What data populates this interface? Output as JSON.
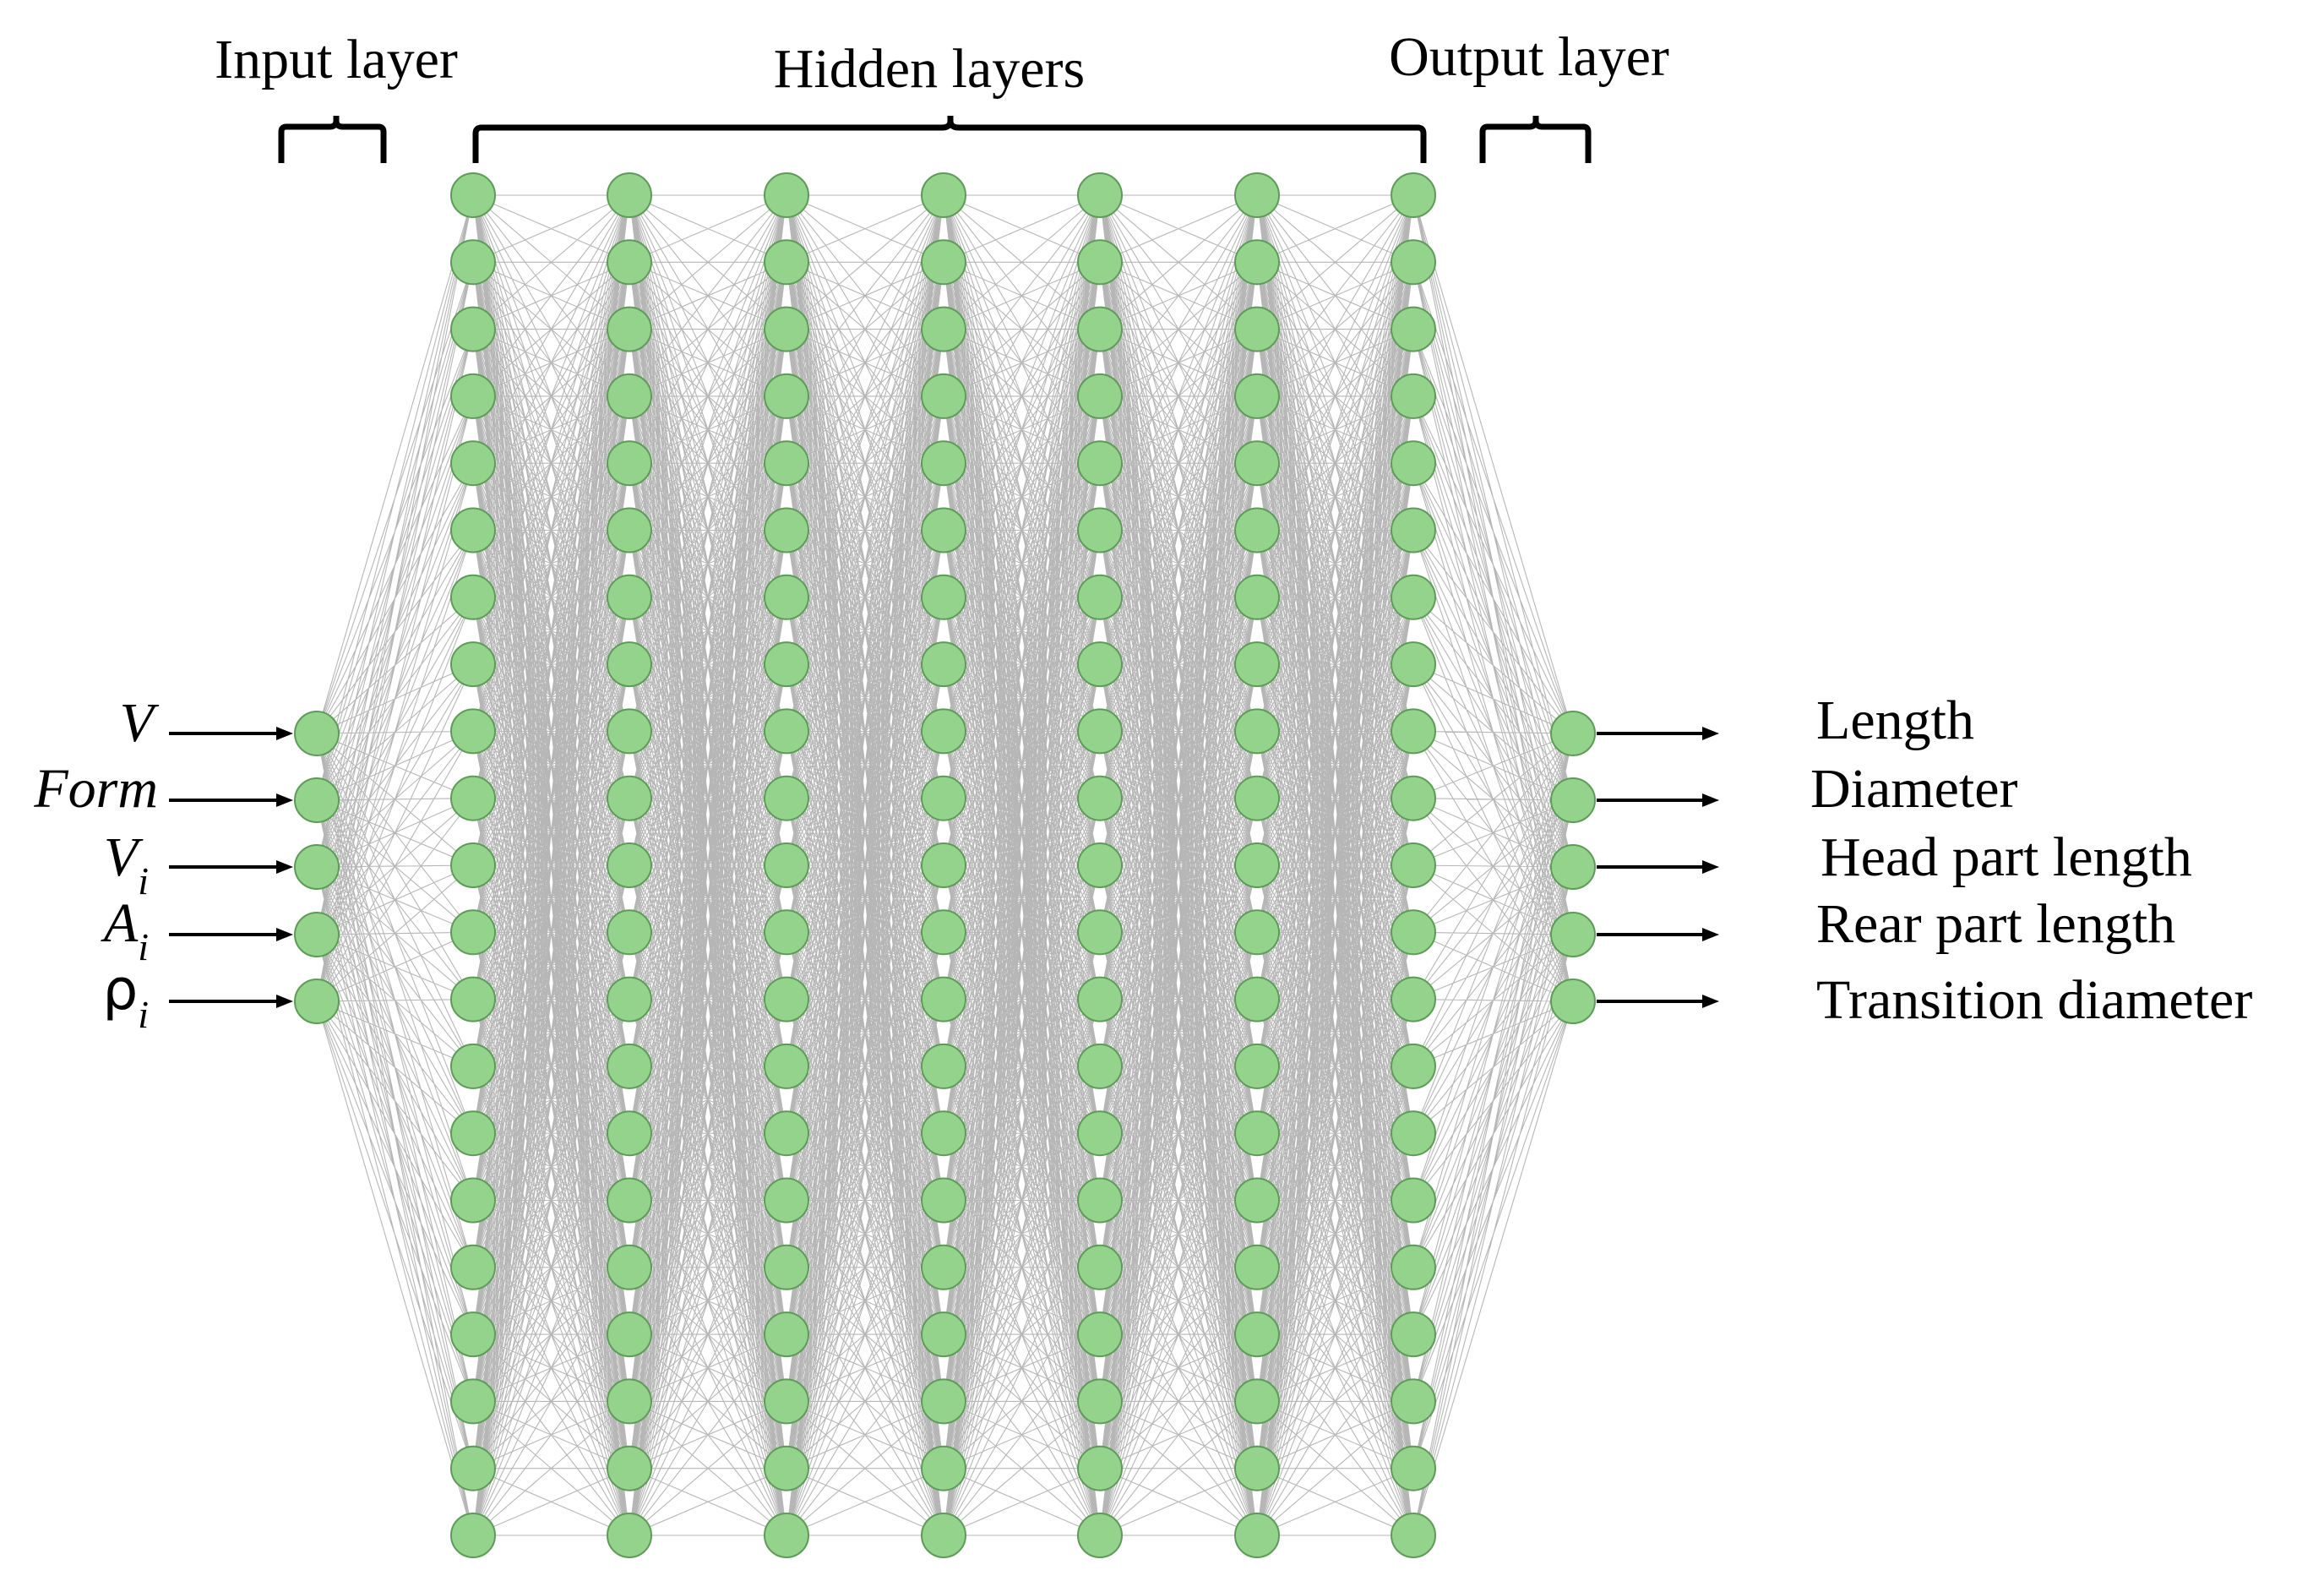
{
  "headers": {
    "input": "Input layer",
    "hidden": "Hidden layers",
    "output": "Output layer"
  },
  "inputs": [
    {
      "base": "V",
      "sub": ""
    },
    {
      "base": "Form",
      "sub": ""
    },
    {
      "base": "V",
      "sub": "i"
    },
    {
      "base": "A",
      "sub": "i"
    },
    {
      "base": "ρ",
      "sub": "i"
    }
  ],
  "outputs": [
    "Length",
    "Diameter",
    "Head part length",
    "Rear part length",
    "Transition diameter"
  ],
  "network": {
    "input_nodes": 5,
    "hidden_layers": 7,
    "nodes_per_hidden_layer": 21,
    "output_nodes": 5
  },
  "colors": {
    "node_fill": "#93d38b",
    "node_stroke": "#5e9a58",
    "connection": "#7a7a7a",
    "text": "#000000"
  }
}
